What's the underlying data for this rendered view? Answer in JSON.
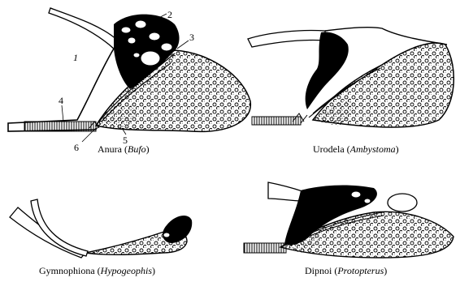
{
  "panels": [
    {
      "group": "Anura",
      "genus": "Bufo"
    },
    {
      "group": "Urodela",
      "genus": "Ambystoma"
    },
    {
      "group": "Gymnophiona",
      "genus": "Hypogeophis"
    },
    {
      "group": "Dipnoi",
      "genus": "Protopterus"
    }
  ],
  "labels": {
    "l1": "1",
    "l2": "2",
    "l3": "3",
    "l4": "4",
    "l5": "5",
    "l6": "6"
  }
}
